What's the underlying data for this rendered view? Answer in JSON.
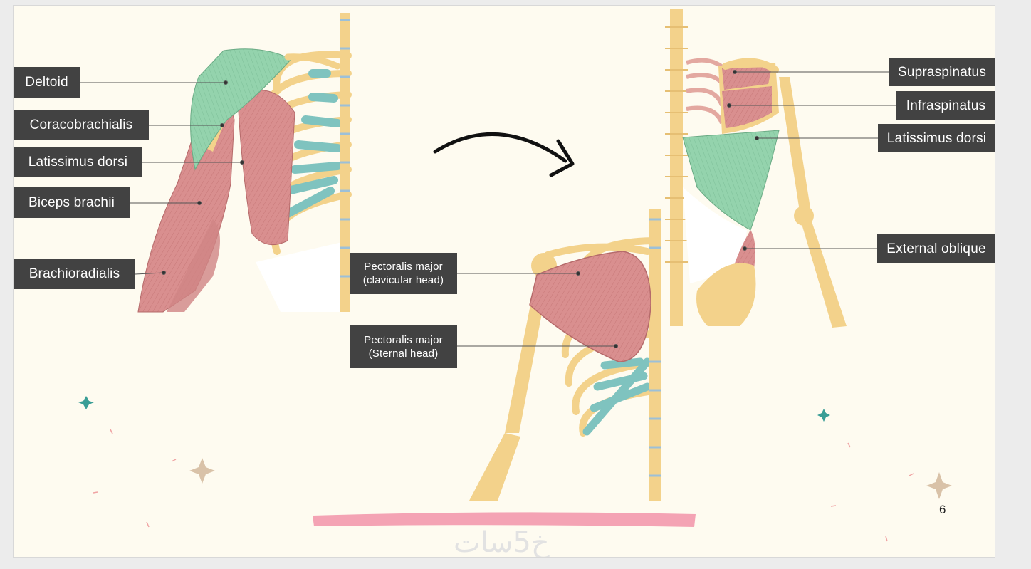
{
  "labels_left": {
    "deltoid": "Deltoid",
    "coracobrachialis": "Coracobrachialis",
    "latissimus": "Latissimus dorsi",
    "biceps": "Biceps brachii",
    "brachioradialis": "Brachioradialis"
  },
  "labels_center": {
    "pec_clav_line1": "Pectoralis major",
    "pec_clav_line2": "(clavicular head)",
    "pec_stern_line1": "Pectoralis major",
    "pec_stern_line2": "(Sternal head)"
  },
  "labels_right": {
    "supraspinatus": "Supraspinatus",
    "infraspinatus": "Infraspinatus",
    "latissimus": "Latissimus dorsi",
    "external_oblique": "External oblique"
  },
  "page_number": "6",
  "watermark": "خ5سات",
  "colors": {
    "label_bg": "#424242",
    "bone": "#f3d28b",
    "muscle_red": "#d98f8f",
    "muscle_green": "#8fd0a8",
    "cartilage_teal": "#7fc3bf",
    "spine_blue": "#9cc0d8",
    "brush_pink": "#f4a3b4",
    "sparkle_teal": "#3a9e96",
    "sparkle_beige": "#d9c2a8"
  },
  "icons": [
    "curved-arrow-icon",
    "sparkle-icon"
  ]
}
